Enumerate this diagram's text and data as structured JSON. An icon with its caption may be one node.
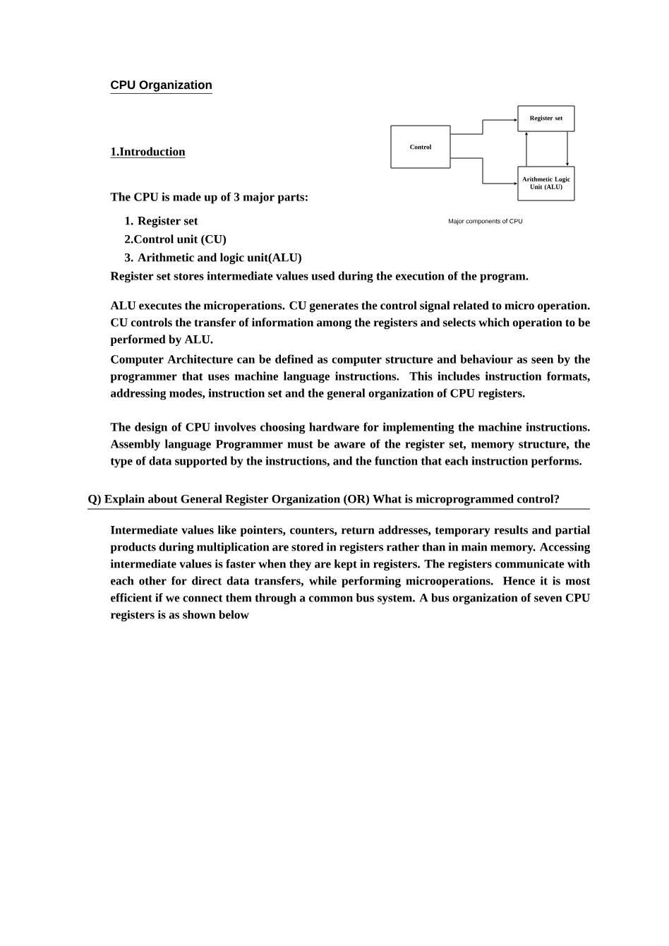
{
  "diagram": {
    "title": "CPU Organization",
    "caption": "Major components of CPU",
    "nodes": [
      {
        "text": [
          "Control"
        ]
      },
      {
        "text": [
          "Register set"
        ]
      },
      {
        "text": [
          "Arithmetic Logic Unit (ALU)"
        ]
      }
    ],
    "edges": [
      {
        "from": 0,
        "to": 1,
        "arrow": "to"
      },
      {
        "from": 0,
        "to": 2,
        "arrow": "to"
      },
      {
        "from": 2,
        "to": 1,
        "arrow": "to"
      },
      {
        "from": 1,
        "to": 2,
        "arrow": "to"
      }
    ],
    "labels": [
      "1.Introduction",
      "The CPU is made up of 3 major parts:",
      "1. Register set",
      "2.Control unit (CU)",
      "3. Arithmetic and logic unit(ALU)",
      "Register set stores intermediate values used during the execution of the program.",
      "ALU executes the microperations. CU generates the control signal related to micro operation. CU controls the transfer of information among the registers and selects which operation to be performed by ALU.",
      "Computer Architecture can be defined as computer structure and behaviour as seen by the programmer that uses machine language instructions. This includes instruction formats, addressing modes, instruction set and the general organization of CPU registers.",
      "The design of CPU involves choosing hardware for implementing the machine instructions. Assembly language Programmer must be aware of the register set, memory structure, the type of data supported by the instructions, and the function that each instruction performs.",
      "Q) Explain about General Register Organization (OR) What is microprogrammed control?",
      "Intermediate values like pointers, counters, return addresses, temporary results and partial products during multiplication are stored in registers rather than in main memory. Accessing intermediate values is faster when they are kept in registers. The registers communicate with each other for direct data transfers, while performing microoperations. Hence it is most efficient if we connect them through a common bus system. A bus organization of seven CPU registers is as shown below"
    ]
  }
}
